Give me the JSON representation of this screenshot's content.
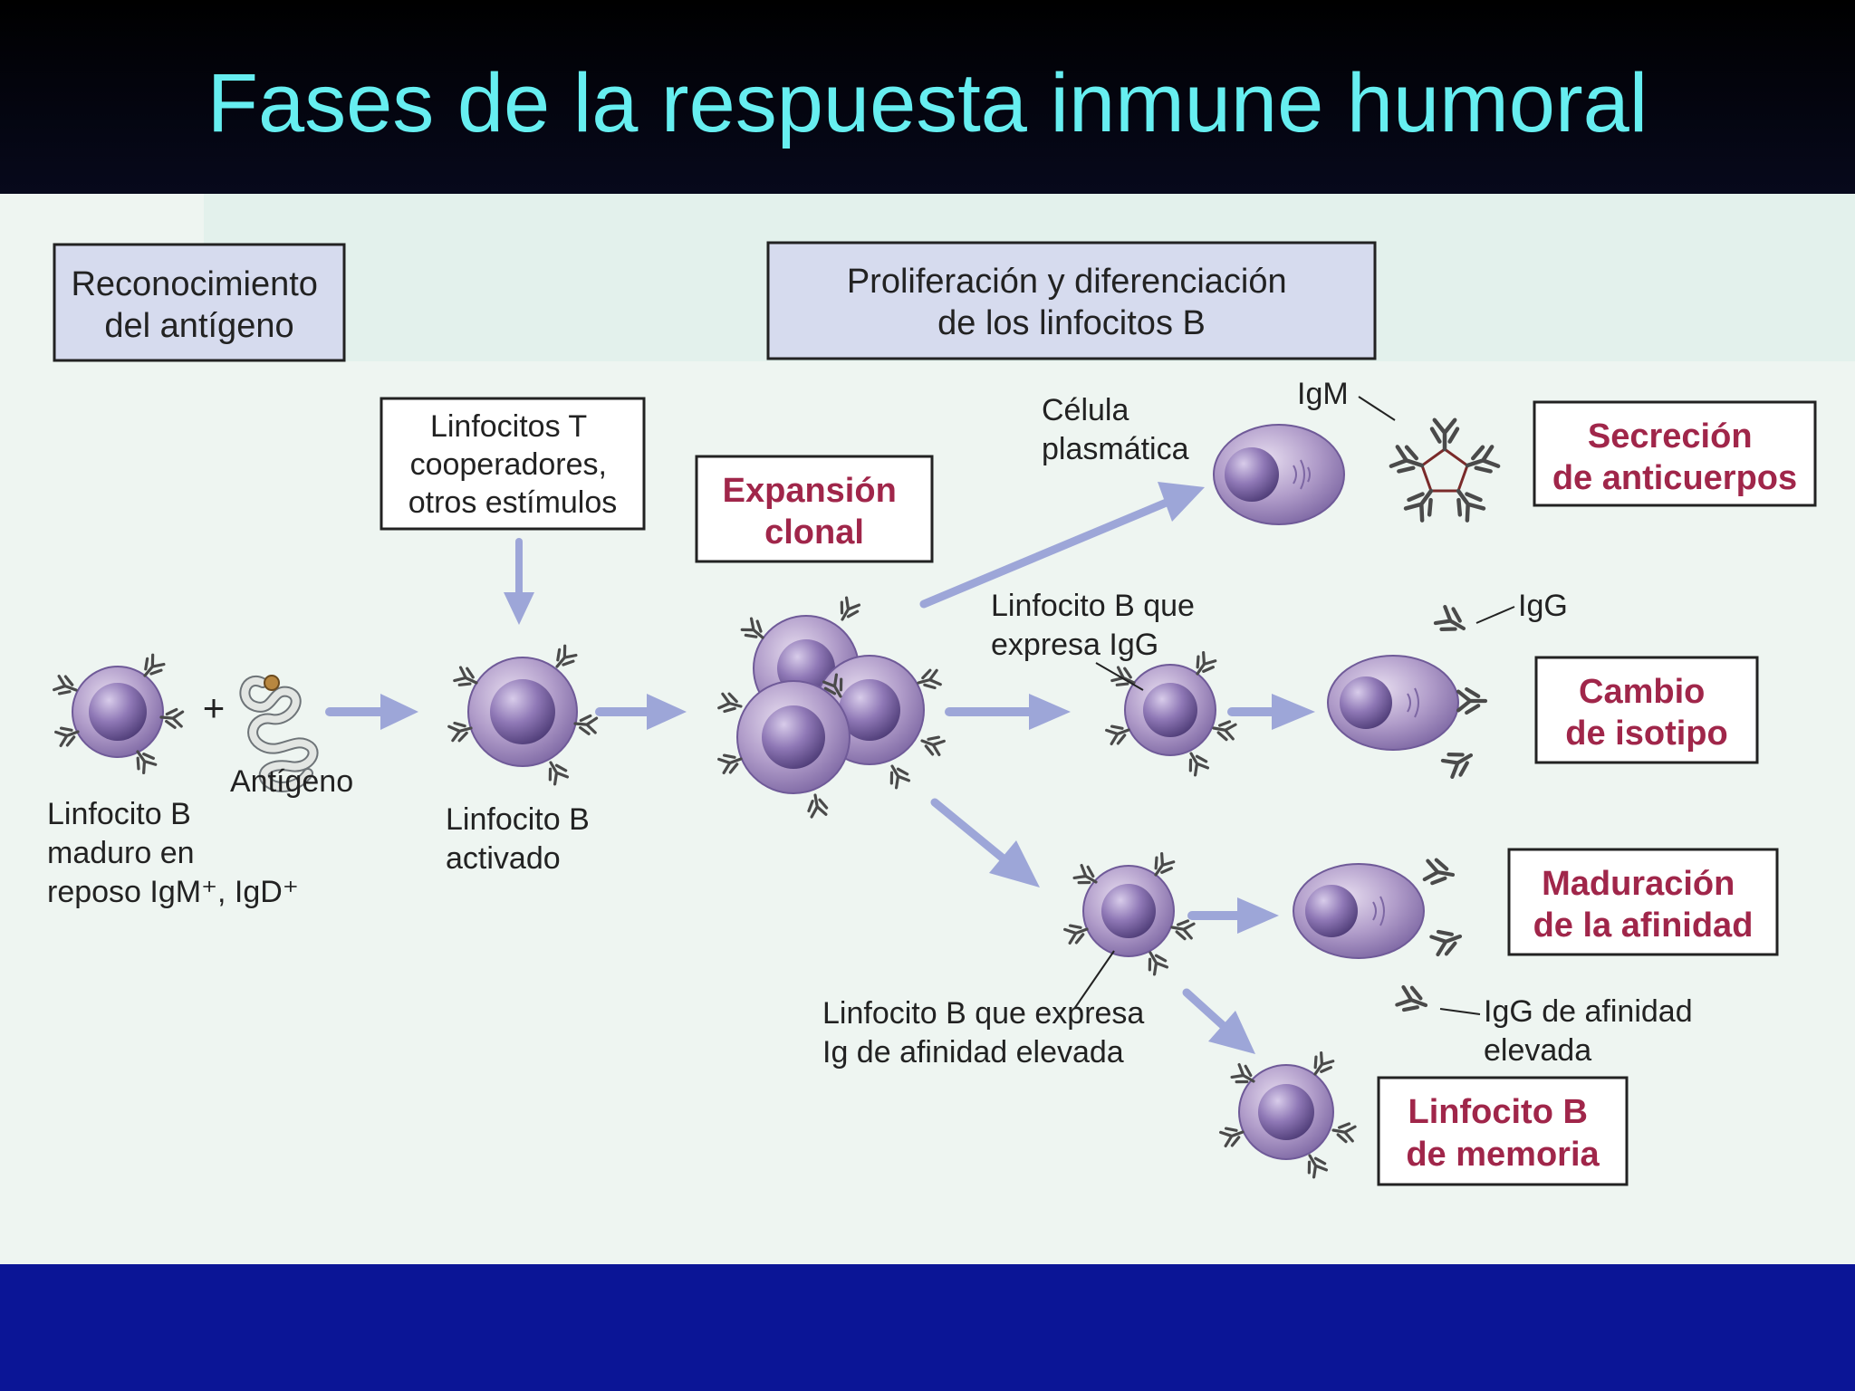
{
  "slide": {
    "title": "Fases de la respuesta inmune humoral"
  },
  "diagram": {
    "phase_recognition": [
      "Reconocimiento",
      "del antígeno"
    ],
    "phase_proliferation": [
      "Proliferación y diferenciación",
      "de los linfocitos B"
    ],
    "helper_stimuli": [
      "Linfocitos T",
      "cooperadores,",
      "otros estímulos"
    ],
    "clonal_expansion": [
      "Expansión",
      "clonal"
    ],
    "outcome_secretion": [
      "Secreción",
      "de anticuerpos"
    ],
    "outcome_isotype": [
      "Cambio",
      "de isotipo"
    ],
    "outcome_affinity": [
      "Maduración",
      "de la afinidad"
    ],
    "outcome_memory": [
      "Linfocito B",
      "de memoria"
    ],
    "naive_b_cell": [
      "Linfocito B",
      "maduro en",
      "reposo IgM⁺, IgD⁺"
    ],
    "plus_sign": "+",
    "antigen": "Antígeno",
    "activated_b_cell": [
      "Linfocito B",
      "activado"
    ],
    "plasma_cell": [
      "Célula",
      "plasmática"
    ],
    "igm_label": "IgM",
    "igg_b_cell": [
      "Linfocito B que",
      "expresa IgG"
    ],
    "igg_label": "IgG",
    "high_affinity_b_cell": [
      "Linfocito B que expresa",
      "Ig de afinidad elevada"
    ],
    "high_affinity_igg": [
      "IgG de afinidad",
      "elevada"
    ],
    "colors": {
      "outcome_text": "#a0264a",
      "arrow": "#9da6d8",
      "cell_fill": "#a58ec0",
      "nucleus": "#6f5a98",
      "antibody": "#4a4a4a",
      "title": "#66eef0",
      "footer": "#0b1596"
    }
  }
}
